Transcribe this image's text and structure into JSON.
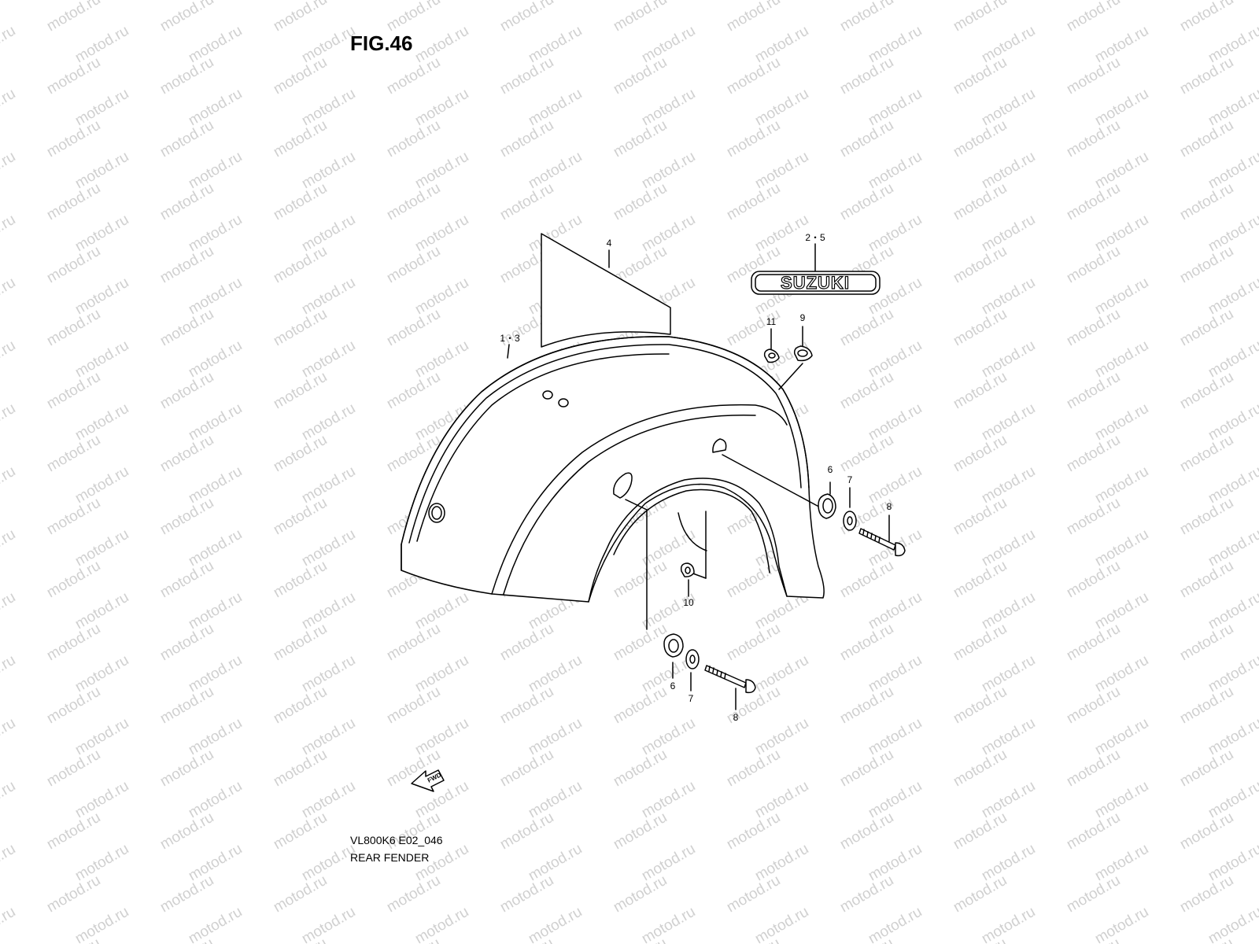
{
  "figure": {
    "title": "FIG.46",
    "model_code": "VL800K6 E02_046",
    "caption": "REAR FENDER"
  },
  "watermark": {
    "text": "motod.ru"
  },
  "emblem": {
    "text": "SUZUKI"
  },
  "fwd_arrow": {
    "label": "FWD"
  },
  "callouts": {
    "c1_3": "1・3",
    "c2_5": "2・5",
    "c4": "4",
    "c6a": "6",
    "c6b": "6",
    "c7a": "7",
    "c7b": "7",
    "c8a": "8",
    "c8b": "8",
    "c9": "9",
    "c10": "10",
    "c11": "11"
  }
}
